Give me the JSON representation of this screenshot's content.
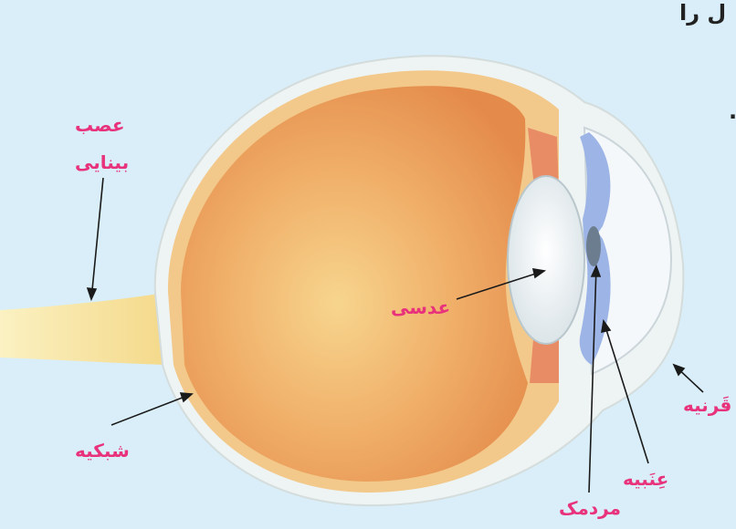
{
  "colors": {
    "background": "#d9eef8",
    "label": "#e8327c",
    "arrow": "#1a1a1a",
    "sclera": "#eef3f3",
    "choroid": "#f2c98a",
    "vitreous": "#e99a55",
    "lens": "#eef2f2",
    "iris": "#9db4e6",
    "nerve": "#f7e7a0"
  },
  "top_text": {
    "fragment_1": "ل را",
    "fragment_2": "."
  },
  "labels": {
    "optic_nerve_line1": "عصب",
    "optic_nerve_line2": "بینایی",
    "lens": "عدسی",
    "retina": "شبکیه",
    "cornea": "قَرنیه",
    "iris": "عِنَبیه",
    "pupil": "مردمک"
  }
}
